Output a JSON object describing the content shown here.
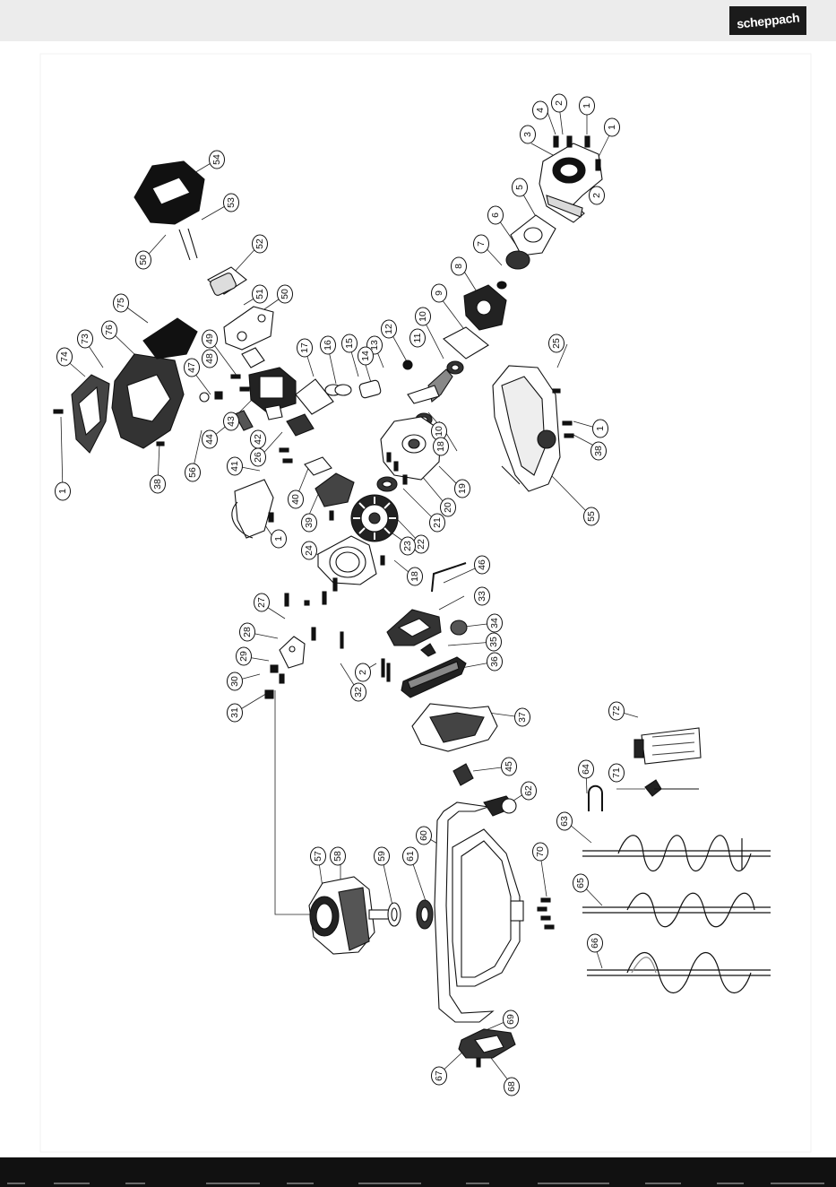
{
  "brand": {
    "logo_text": "scheppach"
  },
  "diagram": {
    "type": "exploded-parts-view",
    "part_labels": [
      "1",
      "2",
      "3",
      "4",
      "5",
      "6",
      "7",
      "8",
      "9",
      "10",
      "11",
      "12",
      "13",
      "14",
      "15",
      "16",
      "17",
      "18",
      "19",
      "20",
      "21",
      "22",
      "23",
      "24",
      "25",
      "26",
      "27",
      "28",
      "29",
      "30",
      "31",
      "32",
      "33",
      "34",
      "35",
      "36",
      "37",
      "38",
      "39",
      "40",
      "41",
      "42",
      "43",
      "44",
      "45",
      "46",
      "47",
      "48",
      "49",
      "50",
      "51",
      "52",
      "53",
      "54",
      "55",
      "56",
      "57",
      "58",
      "59",
      "60",
      "61",
      "62",
      "63",
      "64",
      "65",
      "66",
      "67",
      "68",
      "69",
      "70",
      "71",
      "72",
      "73",
      "74",
      "75",
      "76"
    ]
  }
}
